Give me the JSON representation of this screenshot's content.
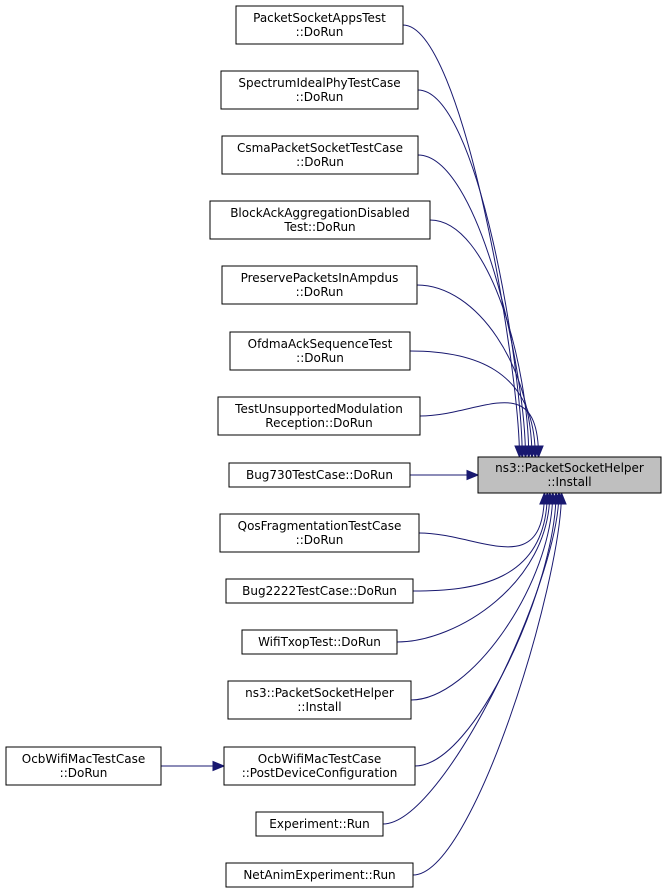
{
  "graph": {
    "target": {
      "id": "target",
      "lines": [
        "ns3::PacketSocketHelper",
        "::Install"
      ]
    },
    "callers": [
      {
        "id": "packet-socket-apps-test",
        "lines": [
          "PacketSocketAppsTest",
          "::DoRun"
        ]
      },
      {
        "id": "spectrum-ideal-phy-test-case",
        "lines": [
          "SpectrumIdealPhyTestCase",
          "::DoRun"
        ]
      },
      {
        "id": "csma-packet-socket-test-case",
        "lines": [
          "CsmaPacketSocketTestCase",
          "::DoRun"
        ]
      },
      {
        "id": "block-ack-aggregation-disabled-test",
        "lines": [
          "BlockAckAggregationDisabled",
          "Test::DoRun"
        ]
      },
      {
        "id": "preserve-packets-in-ampdus",
        "lines": [
          "PreservePacketsInAmpdus",
          "::DoRun"
        ]
      },
      {
        "id": "ofdma-ack-sequence-test",
        "lines": [
          "OfdmaAckSequenceTest",
          "::DoRun"
        ]
      },
      {
        "id": "test-unsupported-modulation-reception",
        "lines": [
          "TestUnsupportedModulation",
          "Reception::DoRun"
        ]
      },
      {
        "id": "bug730-test-case",
        "lines": [
          "Bug730TestCase::DoRun"
        ]
      },
      {
        "id": "qos-fragmentation-test-case",
        "lines": [
          "QosFragmentationTestCase",
          "::DoRun"
        ]
      },
      {
        "id": "bug2222-test-case",
        "lines": [
          "Bug2222TestCase::DoRun"
        ]
      },
      {
        "id": "wifi-txop-test",
        "lines": [
          "WifiTxopTest::DoRun"
        ]
      },
      {
        "id": "packet-socket-helper-install-overload",
        "lines": [
          "ns3::PacketSocketHelper",
          "::Install"
        ]
      },
      {
        "id": "ocb-wifi-mac-post-device-configuration",
        "lines": [
          "OcbWifiMacTestCase",
          "::PostDeviceConfiguration"
        ]
      },
      {
        "id": "experiment-run",
        "lines": [
          "Experiment::Run"
        ]
      },
      {
        "id": "net-anim-experiment-run",
        "lines": [
          "NetAnimExperiment::Run"
        ]
      }
    ],
    "secondary_callers": [
      {
        "id": "ocb-wifi-mac-do-run",
        "lines": [
          "OcbWifiMacTestCase",
          "::DoRun"
        ],
        "calls": "ocb-wifi-mac-post-device-configuration"
      }
    ],
    "colors": {
      "edge": "#191970",
      "node_border": "#000000",
      "target_fill": "#bfbfbf",
      "node_fill": "#ffffff"
    }
  }
}
